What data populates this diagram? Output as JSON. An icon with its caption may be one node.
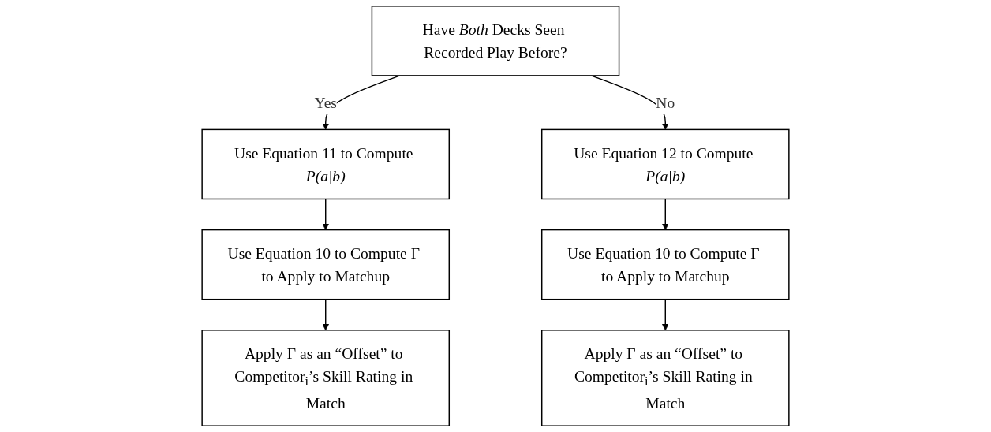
{
  "diagram": {
    "nodes": [
      {
        "text": [
          "Have *Both* Decks Seen Recorded Play Before?"
        ]
      },
      {
        "text": [
          "Use Equation 11 to Compute *P(a|b)*"
        ]
      },
      {
        "text": [
          "Use Equation 10 to Compute Γ to Apply to Matchup"
        ]
      },
      {
        "text": [
          "Apply Γ as an “Offset” to Competitor$_{i}$’s Skill Rating in Match"
        ]
      },
      {
        "text": [
          "Use Equation 12 to Compute *P(a|b)*"
        ]
      },
      {
        "text": [
          "Use Equation 10 to Compute Γ to Apply to Matchup"
        ]
      },
      {
        "text": [
          "Apply Γ as an “Offset” to Competitor$_{i}$’s Skill Rating in Match"
        ]
      }
    ],
    "edges": [
      {
        "from": 0,
        "to": 1,
        "arrow": "to",
        "label": "Yes"
      },
      {
        "from": 0,
        "to": 4,
        "arrow": "to",
        "label": "No"
      },
      {
        "from": 1,
        "to": 2,
        "arrow": "to"
      },
      {
        "from": 2,
        "to": 3,
        "arrow": "to"
      },
      {
        "from": 4,
        "to": 5,
        "arrow": "to"
      },
      {
        "from": 5,
        "to": 6,
        "arrow": "to"
      }
    ]
  }
}
